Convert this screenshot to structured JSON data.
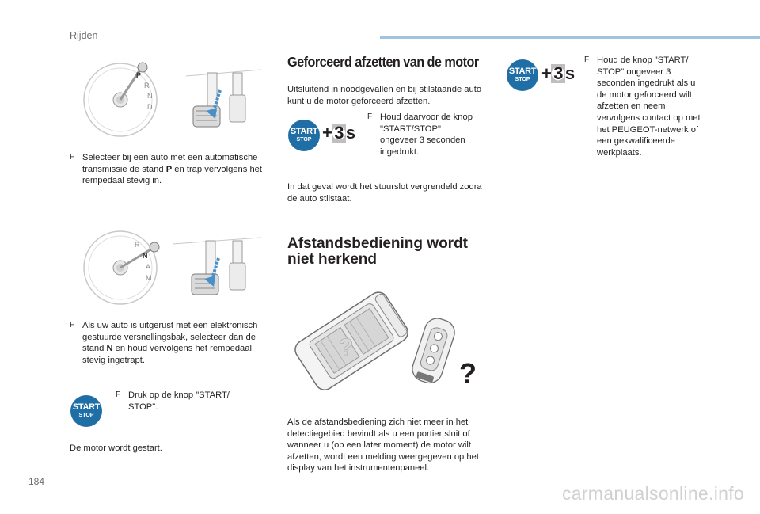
{
  "header": {
    "section": "Rijden",
    "page_number": "184"
  },
  "watermark": "carmanualsonline.info",
  "left": {
    "gear_letters_auto": [
      "P",
      "R",
      "N",
      "D"
    ],
    "gear_letters_ett": [
      "R",
      "N",
      "A",
      "M"
    ],
    "step1_mark": "F",
    "step1_pre": "Selecteer bij een auto met een automatische transmissie de stand ",
    "step1_bold": "P",
    "step1_post": " en trap vervolgens het rempedaal stevig in.",
    "step2_mark": "F",
    "step2_pre": "Als uw auto is uitgerust met een elektronisch gestuurde versnellingsbak, selecteer dan de stand ",
    "step2_bold": "N",
    "step2_post": " en houd vervolgens het rempedaal stevig ingetrapt.",
    "step3_mark": "F",
    "step3_text": "Druk op de knop \"START/ STOP\".",
    "result": "De motor wordt gestart."
  },
  "start_badge": {
    "line1": "START",
    "line2": "STOP",
    "hold_label": "+3s",
    "hold_plus": "+",
    "hold_num": "3",
    "hold_unit": "s"
  },
  "middle": {
    "title1": "Geforceerd afzetten van de motor",
    "intro": "Uitsluitend in noodgevallen en bij stilstaande auto kunt u de motor geforceerd afzetten.",
    "step_mark": "F",
    "step_text": "Houd daarvoor de knop \"START/STOP\" ongeveer 3 seconden ingedrukt.",
    "result": "In dat geval wordt het stuurslot vergrendeld zodra de auto stilstaat.",
    "title2": "Afstandsbediening wordt niet herkend",
    "question_marks": [
      "?",
      "?"
    ],
    "remote_text": "Als de afstandsbediening zich niet meer in het detectiegebied bevindt als u een portier sluit of wanneer u (op een later moment) de motor wilt afzetten, wordt een melding weergegeven op het display van het instrumentenpaneel."
  },
  "right": {
    "step_mark": "F",
    "step_text": "Houd de knop \"START/ STOP\" ongeveer 3 seconden ingedrukt als u de motor geforceerd wilt afzetten en neem vervolgens contact op met het PEUGEOT-netwerk of een gekwalificeerde werkplaats."
  },
  "colors": {
    "accent_blue": "#1f6fa6",
    "header_bar": "#9fc3e0",
    "arrow_blue": "#4a90c8"
  }
}
